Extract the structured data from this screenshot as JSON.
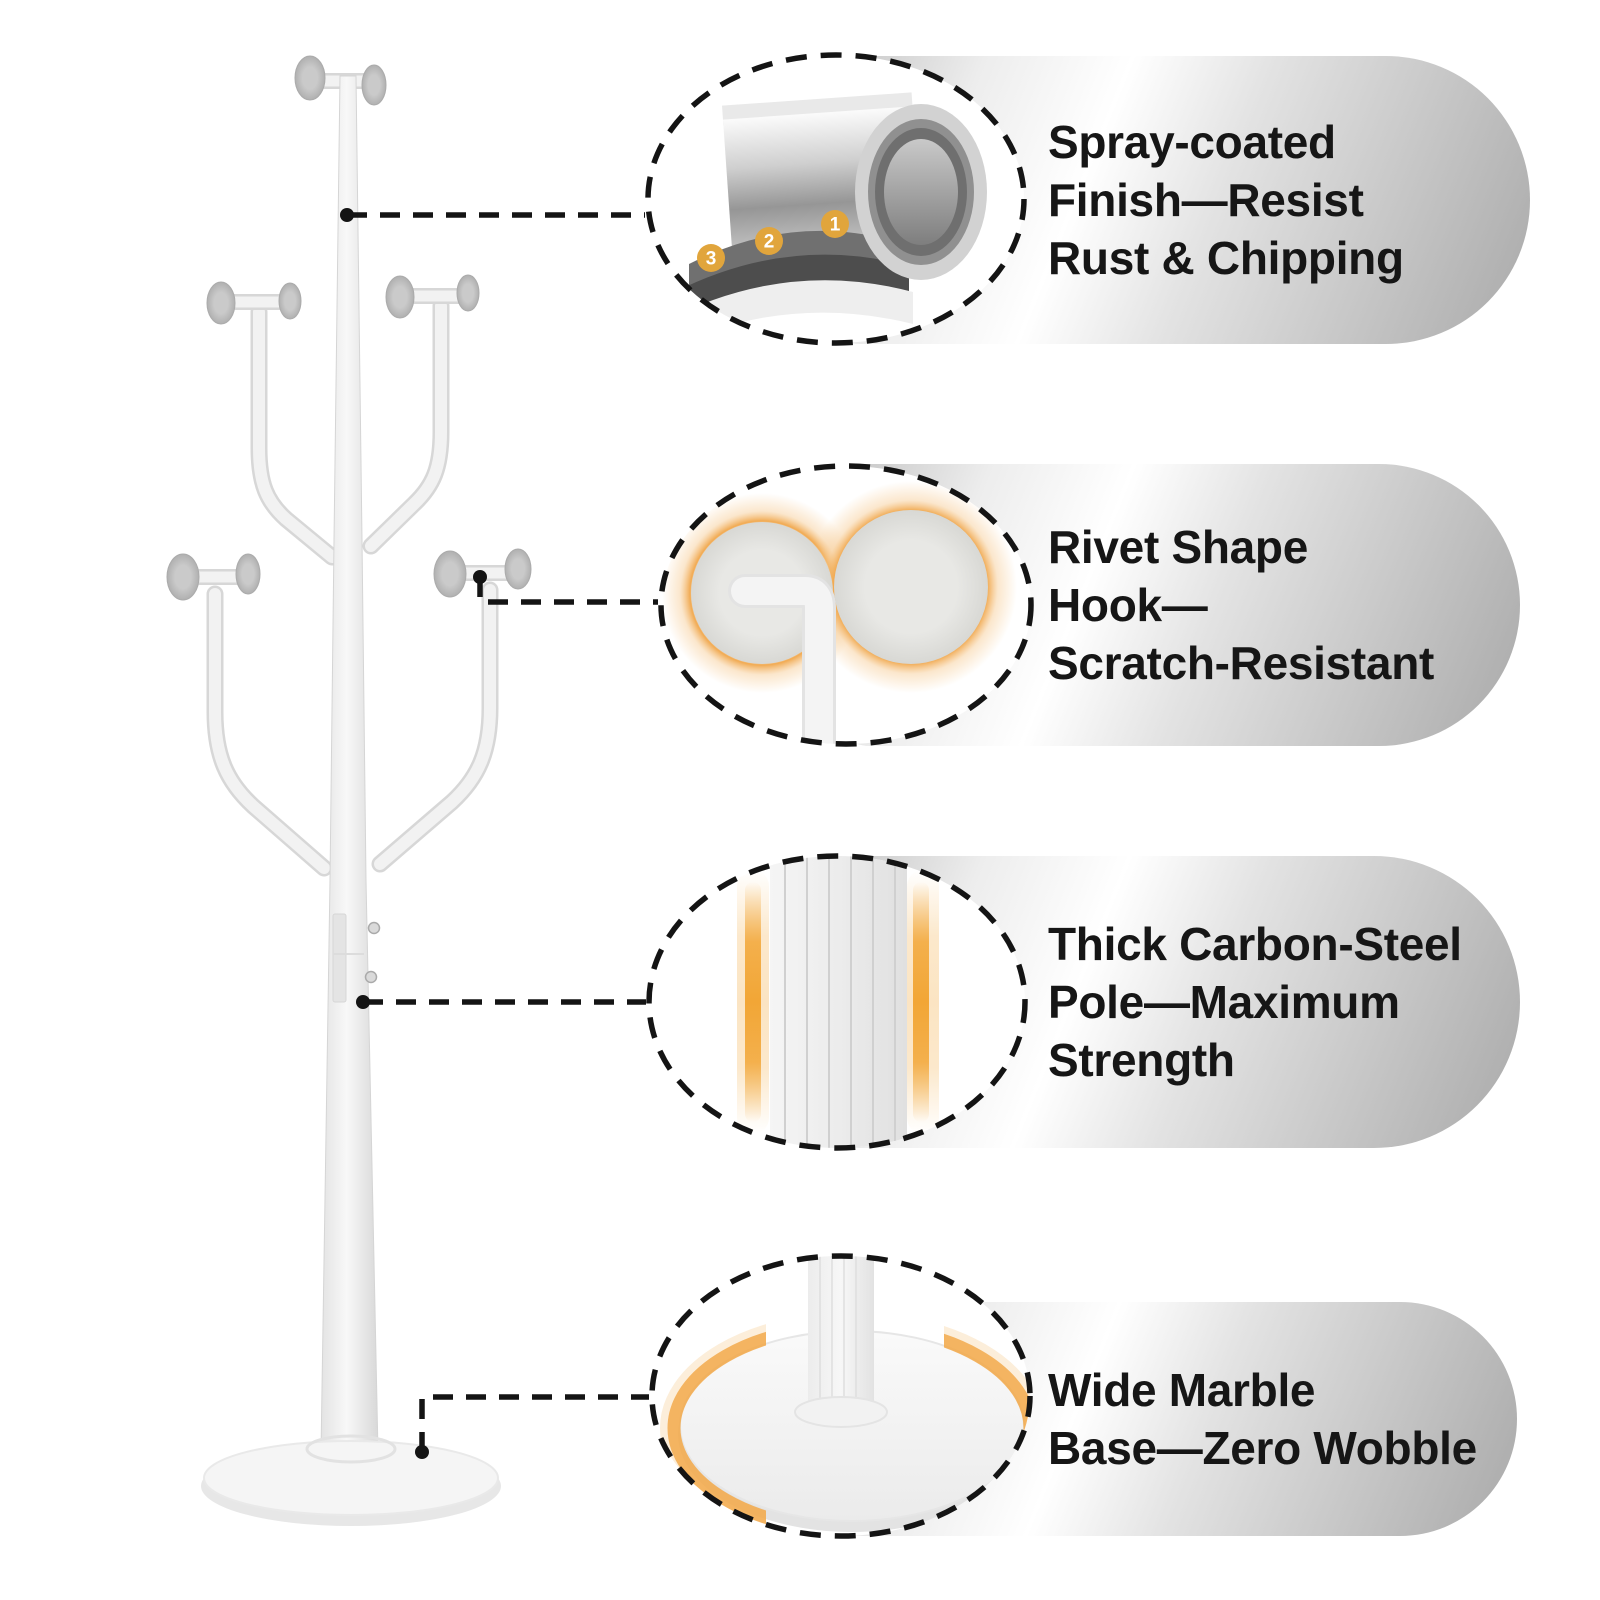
{
  "image_type": "product-feature-infographic",
  "product": "coat-rack-stand",
  "colors": {
    "background": "#ffffff",
    "text": "#161616",
    "leader_line": "#141414",
    "badge_gold": "#E1A53C",
    "glow_amber": "#F2A94B",
    "pill_metal_light": "#ffffff",
    "pill_metal_dark": "#a9a9a9",
    "rack_white": "#f4f4f4",
    "disc_gray": "#c0c0c0"
  },
  "features": [
    {
      "title": "Spray-coated\nFinish—Resist\nRust & Chipping",
      "bubble_icon": "spray-coated-steel-roll",
      "badges": [
        "1",
        "2",
        "3"
      ]
    },
    {
      "title": "Rivet Shape\nHook—\nScratch-Resistant",
      "bubble_icon": "rivet-hook-closeup"
    },
    {
      "title": "Thick Carbon-Steel\nPole—Maximum\nStrength",
      "bubble_icon": "carbon-steel-pole-closeup"
    },
    {
      "title": "Wide Marble\nBase—Zero Wobble",
      "bubble_icon": "marble-base-closeup"
    }
  ]
}
